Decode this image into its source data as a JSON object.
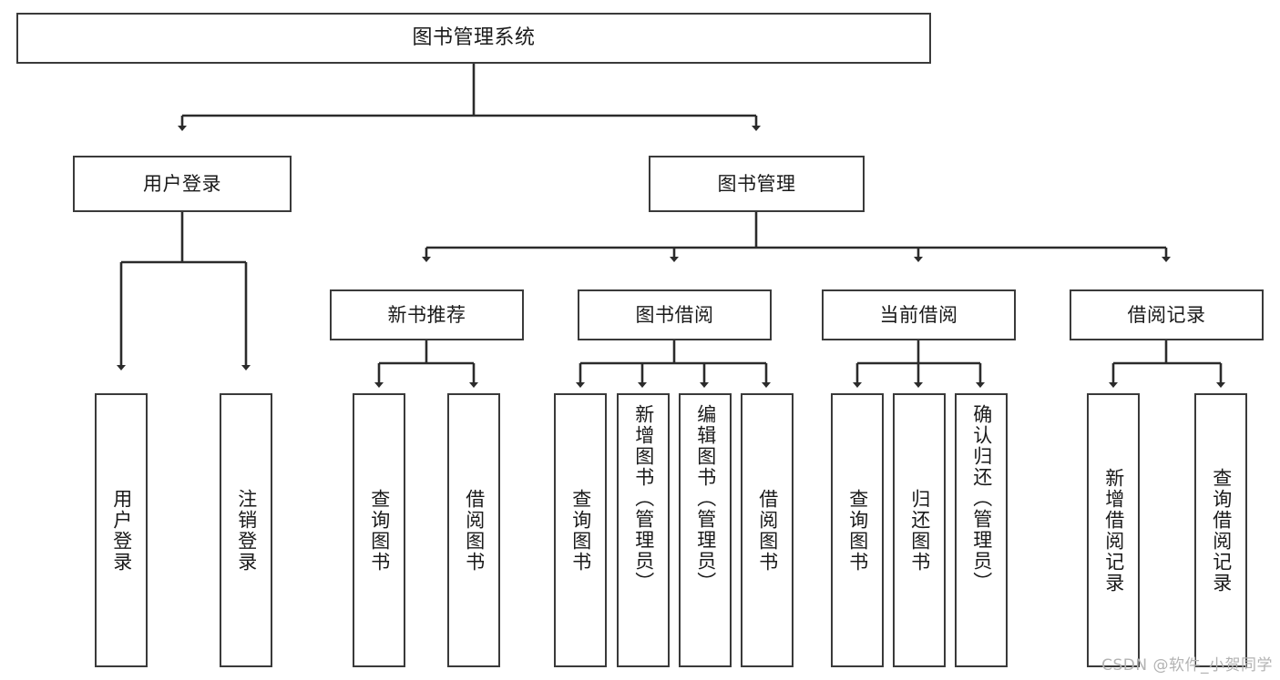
{
  "diagram": {
    "title": "图书管理系统",
    "type": "tree",
    "watermark": "CSDN @软件_小贺同学",
    "colors": {
      "box_border": "#3a3a3a",
      "box_fill": "#ffffff",
      "connector": "#2b2b2b",
      "text": "#1a1a1a",
      "watermark": "#b3b3b3",
      "background": "#ffffff"
    },
    "root": {
      "label": "图书管理系统"
    },
    "level1": [
      {
        "label": "用户登录"
      },
      {
        "label": "图书管理"
      }
    ],
    "level2": [
      {
        "label": "新书推荐"
      },
      {
        "label": "图书借阅"
      },
      {
        "label": "当前借阅"
      },
      {
        "label": "借阅记录"
      }
    ],
    "leaves": {
      "user_login": [
        {
          "label": "用户登录"
        },
        {
          "label": "注销登录"
        }
      ],
      "new_book_recommend": [
        {
          "label": "查询图书"
        },
        {
          "label": "借阅图书"
        }
      ],
      "book_borrow": [
        {
          "label": "查询图书"
        },
        {
          "label": "新增图书（管理员）"
        },
        {
          "label": "编辑图书（管理员）"
        },
        {
          "label": "借阅图书"
        }
      ],
      "current_borrow": [
        {
          "label": "查询图书"
        },
        {
          "label": "归还图书"
        },
        {
          "label": "确认归还（管理员）"
        }
      ],
      "borrow_record": [
        {
          "label": "新增借阅记录"
        },
        {
          "label": "查询借阅记录"
        }
      ]
    }
  }
}
